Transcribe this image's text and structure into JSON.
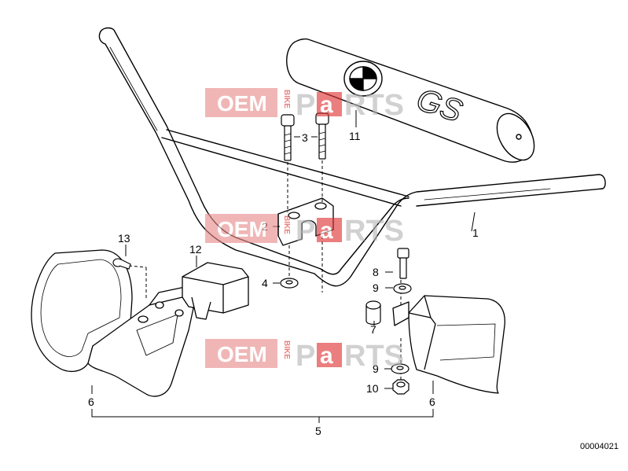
{
  "diagram": {
    "drawing_number": "00004021",
    "callouts": [
      "1",
      "2",
      "3",
      "4",
      "5",
      "6",
      "6",
      "7",
      "8",
      "9",
      "9",
      "10",
      "11",
      "12",
      "13"
    ]
  },
  "watermark": {
    "left_text": "OEM",
    "vertical_text": "BIKE",
    "right_text_1": "P",
    "right_text_2": "a",
    "right_text_3": "RTS",
    "box_color": "#e88a8a",
    "accent_color": "#e03030"
  },
  "pad_logo": {
    "text": "GS"
  }
}
